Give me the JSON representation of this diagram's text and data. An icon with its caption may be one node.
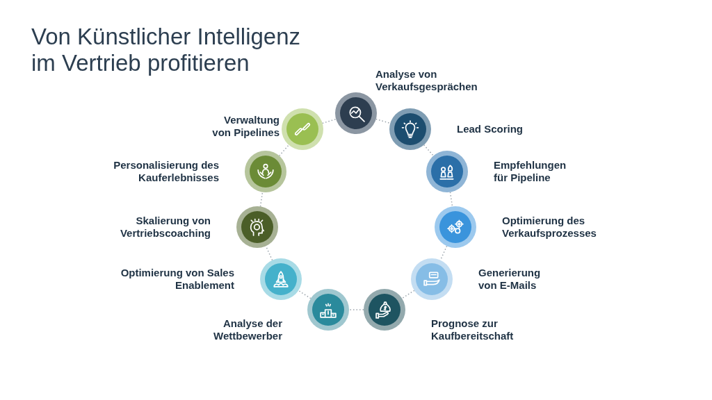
{
  "diagram": {
    "title": "Von Künstlicher Intelligenz im Vertrieb profitieren",
    "nodes": [
      {
        "text": [],
        "shape": "circle",
        "beside": [
          "Analyse von Verkaufsgesprächen"
        ]
      },
      {
        "text": [],
        "shape": "circle",
        "beside": [
          "Lead Scoring"
        ]
      },
      {
        "text": [],
        "shape": "circle",
        "beside": [
          "Empfehlungen für Pipeline"
        ]
      },
      {
        "text": [],
        "shape": "circle",
        "beside": [
          "Optimierung des Verkaufsprozesses"
        ]
      },
      {
        "text": [],
        "shape": "circle",
        "beside": [
          "Generierung von E-Mails"
        ]
      },
      {
        "text": [],
        "shape": "circle",
        "beside": [
          "Prognose zur Kaufbereitschaft"
        ]
      },
      {
        "text": [],
        "shape": "circle",
        "beside": [
          "Analyse der Wettbewerber"
        ]
      },
      {
        "text": [],
        "shape": "circle",
        "beside": [
          "Optimierung von Sales Enablement"
        ]
      },
      {
        "text": [],
        "shape": "circle",
        "beside": [
          "Skalierung von Vertriebscoaching"
        ]
      },
      {
        "text": [],
        "shape": "circle",
        "beside": [
          "Personalisierung des Kauferlebnisses"
        ]
      },
      {
        "text": [],
        "shape": "circle",
        "beside": [
          "Verwaltung von Pipelines"
        ]
      }
    ],
    "edges": [
      {
        "from": 0,
        "to": 1,
        "arrow": "none",
        "style": "dashed"
      },
      {
        "from": 1,
        "to": 2,
        "arrow": "none",
        "style": "dashed"
      },
      {
        "from": 2,
        "to": 3,
        "arrow": "none",
        "style": "dashed"
      },
      {
        "from": 3,
        "to": 4,
        "arrow": "none",
        "style": "dashed"
      },
      {
        "from": 4,
        "to": 5,
        "arrow": "none",
        "style": "dashed"
      },
      {
        "from": 5,
        "to": 6,
        "arrow": "none",
        "style": "dashed"
      },
      {
        "from": 6,
        "to": 7,
        "arrow": "none",
        "style": "dashed"
      },
      {
        "from": 7,
        "to": 8,
        "arrow": "none",
        "style": "dashed"
      },
      {
        "from": 8,
        "to": 9,
        "arrow": "none",
        "style": "dashed"
      },
      {
        "from": 9,
        "to": 10,
        "arrow": "none",
        "style": "dashed"
      },
      {
        "from": 10,
        "to": 0,
        "arrow": "none",
        "style": "dashed"
      }
    ]
  }
}
